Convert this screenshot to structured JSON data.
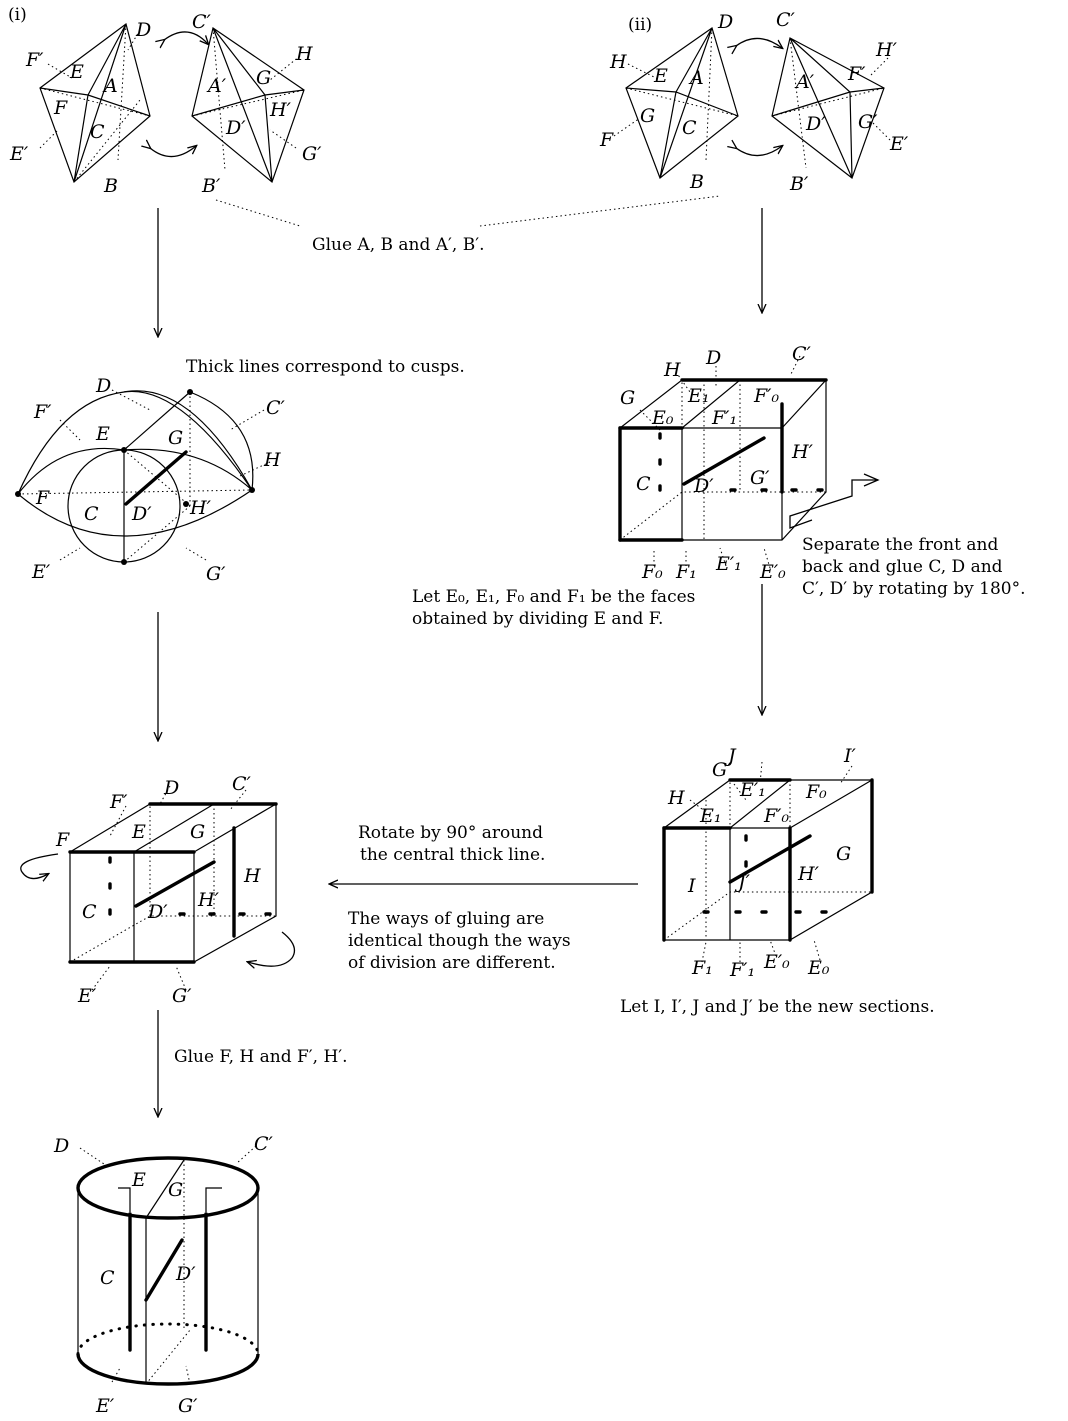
{
  "panels": {
    "i": "(i)",
    "ii": "(ii)"
  },
  "captions": {
    "glue_ab": "Glue A, B and A′, B′.",
    "thick_lines": "Thick lines correspond to cusps.",
    "separate_1": "Separate the front and",
    "separate_2": "back and glue C, D and",
    "separate_3": "C′, D′ by rotating by 180°.",
    "let_e_1": "Let E₀, E₁, F₀ and F₁ be the faces",
    "let_e_2": "obtained by dividing E and F.",
    "rotate_1": "Rotate by 90° around",
    "rotate_2": "the central thick line.",
    "ways_1": "The ways of gluing are",
    "ways_2": "identical though the ways",
    "ways_3": "of division are different.",
    "let_i": "Let I, I′, J and J′ be the new sections.",
    "glue_fh": "Glue F, H and F′, H′."
  },
  "labels": {
    "A": "A",
    "B": "B",
    "C": "C",
    "D": "D",
    "E": "E",
    "F": "F",
    "G": "G",
    "H": "H",
    "I": "I",
    "J": "J",
    "Ap": "A′",
    "Bp": "B′",
    "Cp": "C′",
    "Dp": "D′",
    "Ep": "E′",
    "Fp": "F′",
    "Gp": "G′",
    "Hp": "H′",
    "Ip": "I′",
    "Jp": "J′",
    "E0": "E₀",
    "E1": "E₁",
    "F0": "F₀",
    "F1": "F₁",
    "E0p": "E′₀",
    "E1p": "E′₁",
    "F0p": "F′₀",
    "F1p": "F′₁"
  }
}
